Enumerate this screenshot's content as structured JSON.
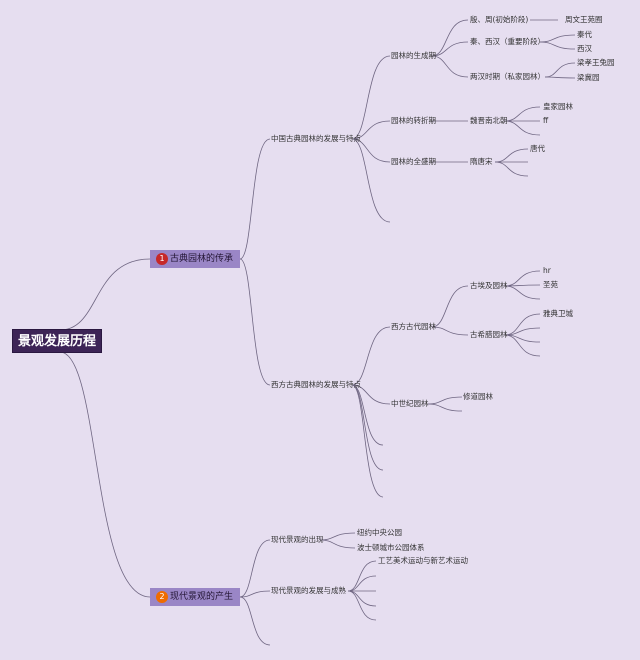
{
  "root": {
    "label": "景观发展历程"
  },
  "branches": [
    {
      "label": "古典园林的传承",
      "badge": "1",
      "badge_color": "#c62828"
    },
    {
      "label": "现代景观的产生",
      "badge": "2",
      "badge_color": "#ef6c00"
    }
  ],
  "nodes": {
    "china": "中国古典园林的发展与特点",
    "west": "西方古典园林的发展与特点",
    "gen_period": "园林的生成期",
    "turn_period": "园林的转折期",
    "peak_period": "园林的全盛期",
    "yin_zhou": "殷、周(初始阶段)",
    "zhou_garden": "周文王苑囿",
    "qin_xihan": "秦、西汉（重要阶段）",
    "qin_dynasty": "秦代",
    "xihan": "西汉",
    "two_han": "两汉时期（私家园林）",
    "liang_xiaowang": "梁孝王兔园",
    "liang_ji": "梁冀园",
    "wei_jin": "魏晋南北朝",
    "royal_garden": "皇家园林",
    "ff": "ff",
    "sui_tang": "隋唐宋",
    "tang": "唐代",
    "west_ancient": "西方古代园林",
    "egypt": "古埃及园林",
    "hr": "hr",
    "temple_garden": "圣苑",
    "greece": "古希腊园林",
    "athens": "雅典卫城",
    "medieval": "中世纪园林",
    "monastery": "修道园林",
    "modern_emerge": "现代景观的出现",
    "central_park": "纽约中央公园",
    "boston_parks": "波士顿城市公园体系",
    "modern_develop": "现代景观的发展与成熟",
    "arts_crafts": "工艺美术运动与新艺术运动"
  },
  "colors": {
    "background": "#e6def0",
    "root": "#3d2456",
    "branch": "#9a86c6",
    "line": "#6f6682"
  }
}
